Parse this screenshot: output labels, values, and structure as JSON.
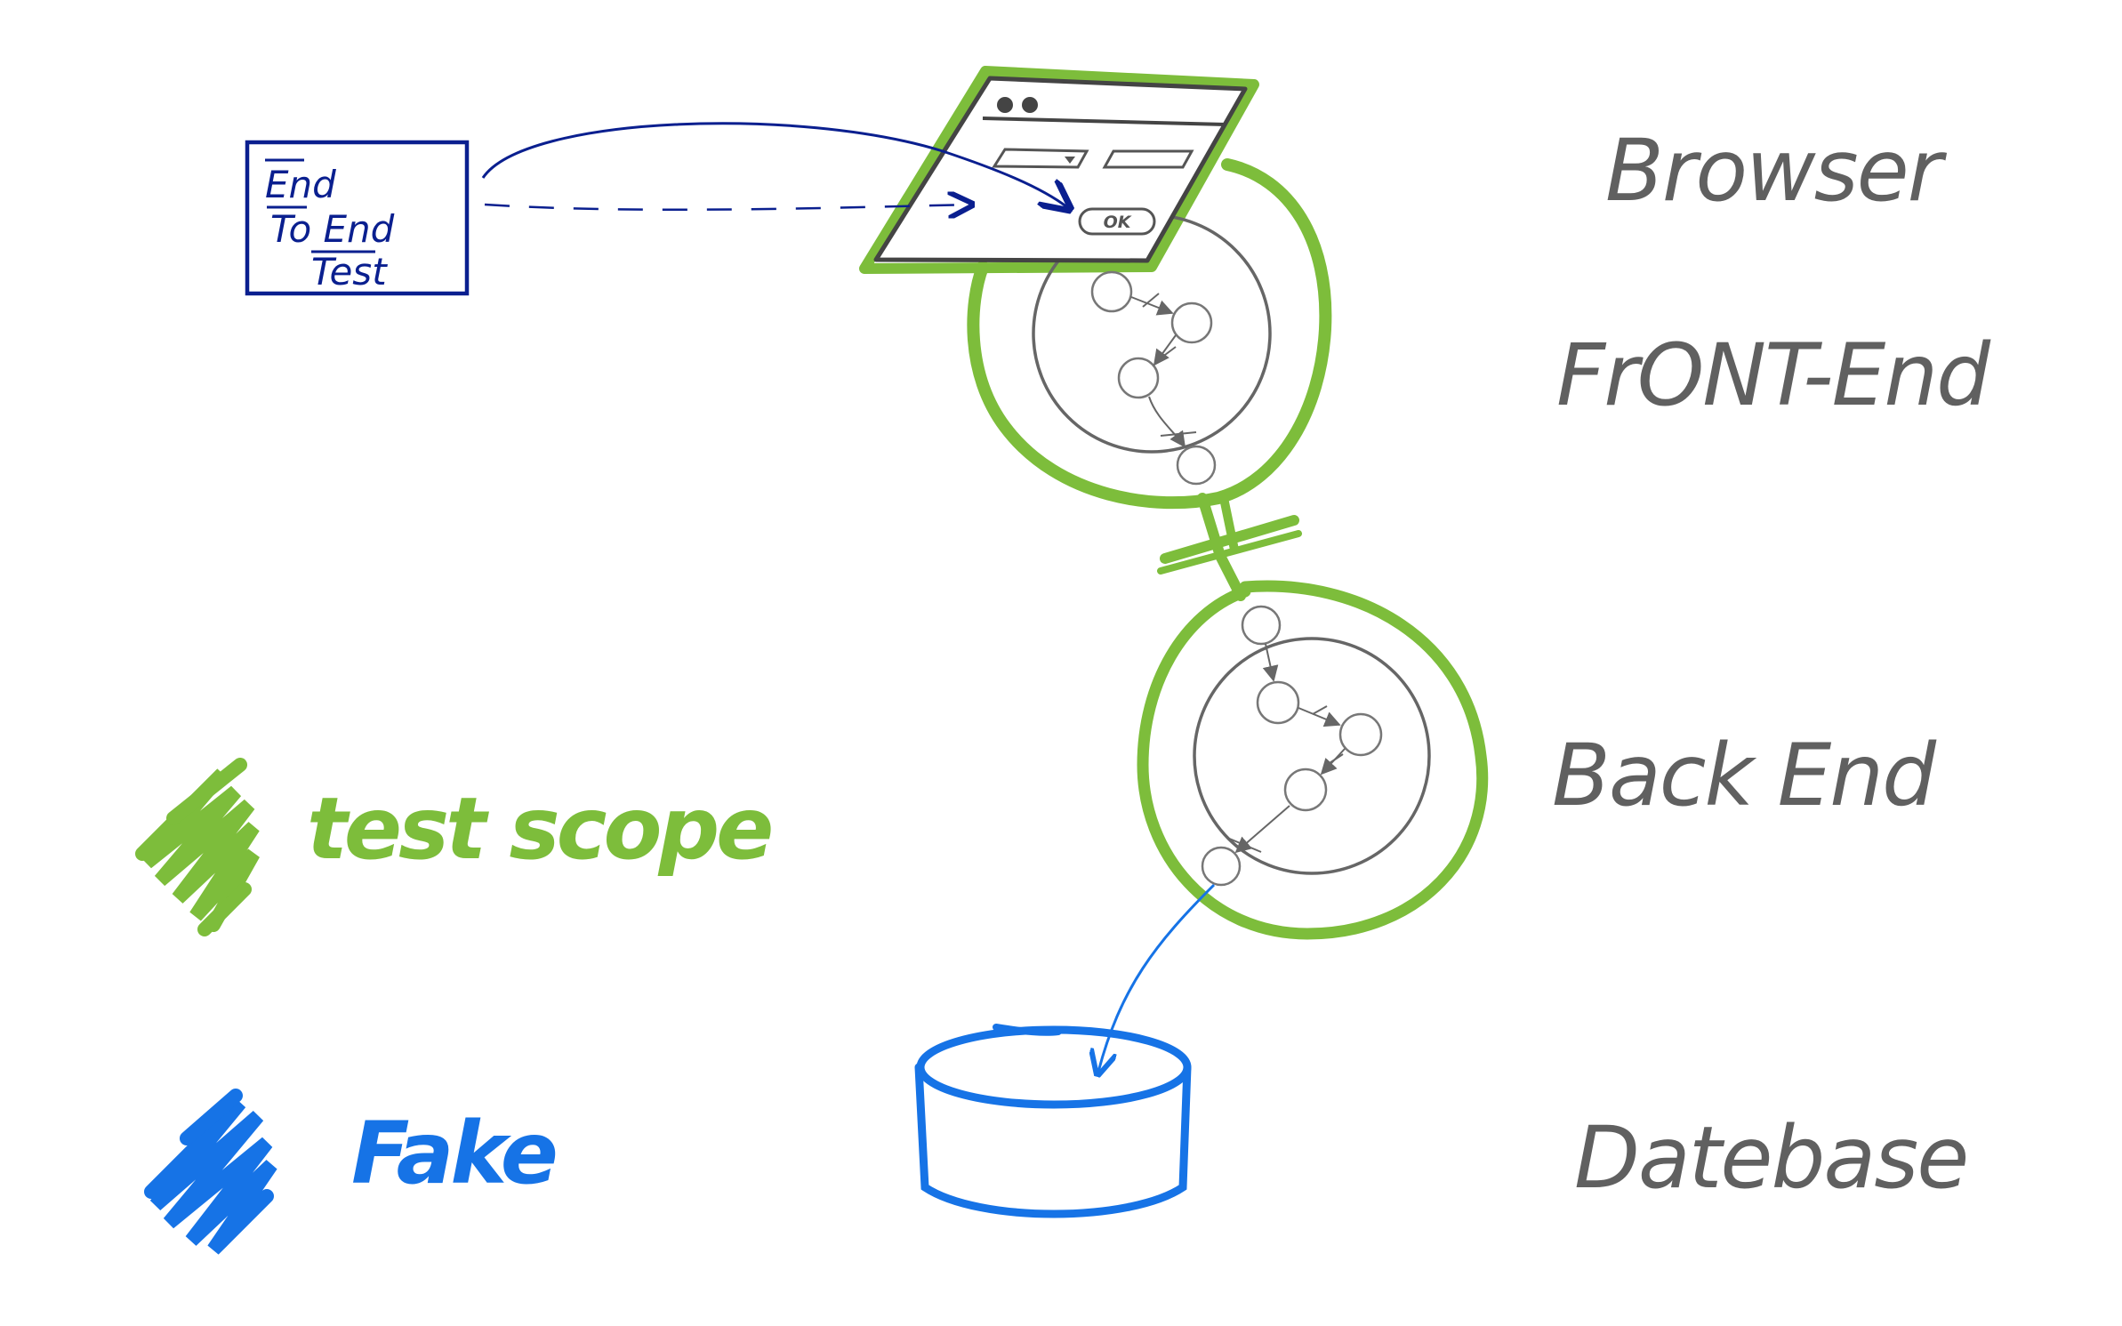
{
  "layers": {
    "browser": "Browser",
    "frontend": "FrONT-End",
    "backend": "Back End",
    "database": "Datebase"
  },
  "test_box": {
    "line1": "End",
    "line2": "To End",
    "line3": "Test"
  },
  "ok_button": "OK",
  "legend": {
    "scope_label": "test scope",
    "fake_label": "Fake",
    "scope_color": "#7dbd3b",
    "fake_color": "#1673e6"
  },
  "colors": {
    "test_box": "#0a1f8f",
    "ink": "#555555"
  }
}
